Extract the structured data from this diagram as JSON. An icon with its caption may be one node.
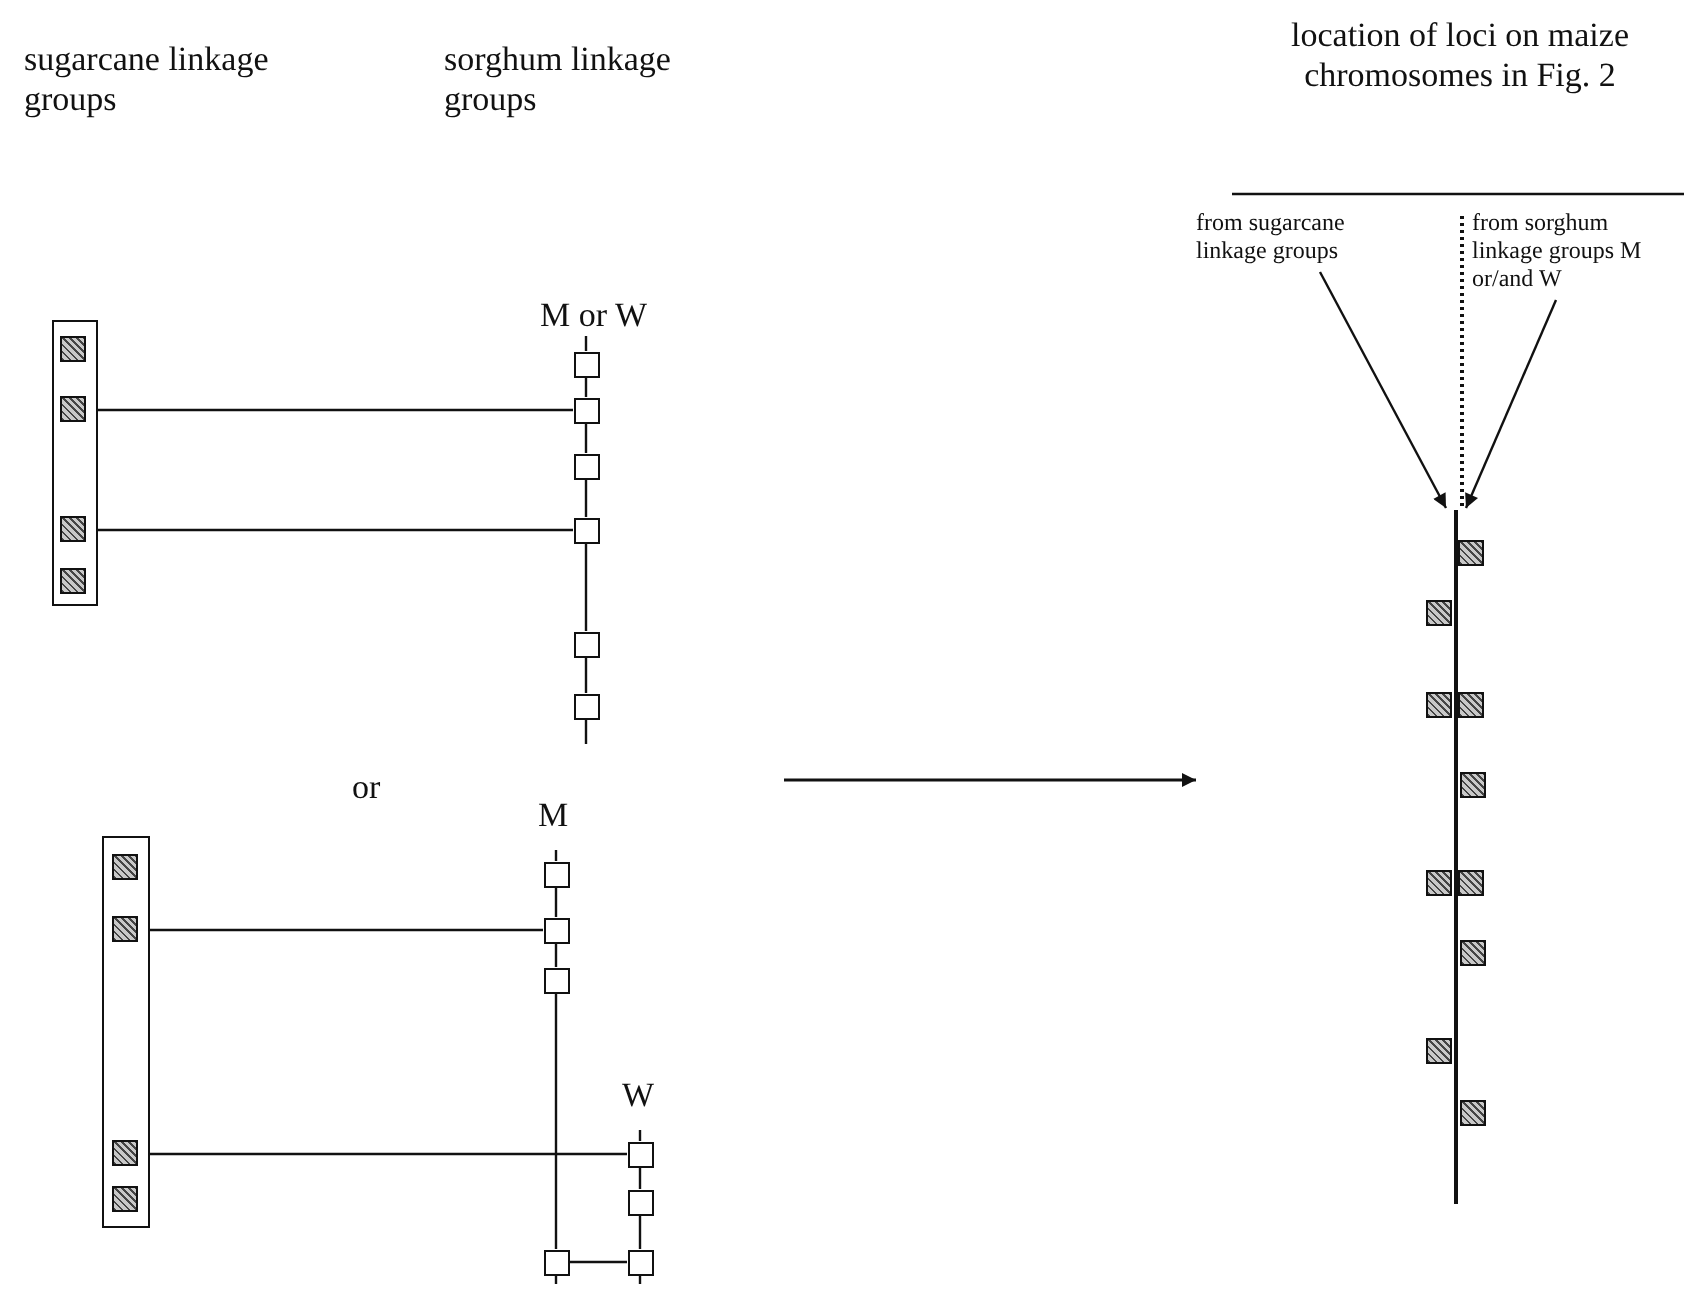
{
  "diagram": {
    "nodes": [
      {
        "text": [],
        "shape": "box"
      },
      {
        "text": [],
        "shape": "box",
        "in": 0
      },
      {
        "text": [],
        "shape": "box",
        "in": 0
      },
      {
        "text": [],
        "shape": "box",
        "in": 0
      },
      {
        "text": [],
        "shape": "box",
        "in": 0
      },
      {
        "text": [],
        "shape": "box"
      },
      {
        "text": [],
        "shape": "box"
      },
      {
        "text": [],
        "shape": "box"
      },
      {
        "text": [],
        "shape": "box"
      },
      {
        "text": [],
        "shape": "box"
      },
      {
        "text": [],
        "shape": "box"
      },
      {
        "text": [],
        "shape": "box"
      },
      {
        "text": [],
        "shape": "box",
        "in": 11
      },
      {
        "text": [],
        "shape": "box",
        "in": 11
      },
      {
        "text": [],
        "shape": "box",
        "in": 11
      },
      {
        "text": [],
        "shape": "box",
        "in": 11
      },
      {
        "text": [],
        "shape": "box"
      },
      {
        "text": [],
        "shape": "box"
      },
      {
        "text": [],
        "shape": "box"
      },
      {
        "text": [],
        "shape": "box"
      },
      {
        "text": [],
        "shape": "box"
      },
      {
        "text": [],
        "shape": "box"
      },
      {
        "text": [],
        "shape": "box"
      },
      {
        "text": [
          "from sugarcane linkage groups"
        ]
      },
      {
        "text": [
          "from sorghum linkage groups M or/and W"
        ]
      },
      {
        "text": [],
        "shape": "bar"
      },
      {
        "text": [],
        "shape": "box"
      },
      {
        "text": [],
        "shape": "box"
      },
      {
        "text": [],
        "shape": "box"
      },
      {
        "text": [],
        "shape": "box"
      },
      {
        "text": [],
        "shape": "box"
      },
      {
        "text": [],
        "shape": "box"
      },
      {
        "text": [],
        "shape": "box"
      },
      {
        "text": [],
        "shape": "box"
      },
      {
        "text": [],
        "shape": "box"
      },
      {
        "text": [],
        "shape": "box"
      }
    ],
    "edges": [
      {
        "from": 2,
        "to": 6,
        "arrow": "none"
      },
      {
        "from": 3,
        "to": 8,
        "arrow": "none"
      },
      {
        "from": 13,
        "to": 17,
        "arrow": "none"
      },
      {
        "from": 14,
        "to": 20,
        "arrow": "none"
      },
      {
        "from": 19,
        "to": 22,
        "arrow": "none"
      },
      {
        "from": 23,
        "to": 25,
        "arrow": "to"
      },
      {
        "from": 24,
        "to": 25,
        "arrow": "to"
      },
      {
        "from": 5,
        "to": 6,
        "arrow": "none"
      },
      {
        "from": 6,
        "to": 7,
        "arrow": "none"
      },
      {
        "from": 7,
        "to": 8,
        "arrow": "none"
      },
      {
        "from": 8,
        "to": 9,
        "arrow": "none"
      },
      {
        "from": 9,
        "to": 10,
        "arrow": "none"
      },
      {
        "from": 16,
        "to": 17,
        "arrow": "none"
      },
      {
        "from": 17,
        "to": 18,
        "arrow": "none"
      },
      {
        "from": 18,
        "to": 19,
        "arrow": "none"
      },
      {
        "from": 20,
        "to": 21,
        "arrow": "none"
      },
      {
        "from": 21,
        "to": 22,
        "arrow": "none"
      }
    ],
    "labels": [
      "sugarcane linkage groups",
      "sorghum linkage groups",
      "location of loci on maize chromosomes in Fig. 2",
      "M or W",
      "or",
      "M",
      "W"
    ]
  }
}
